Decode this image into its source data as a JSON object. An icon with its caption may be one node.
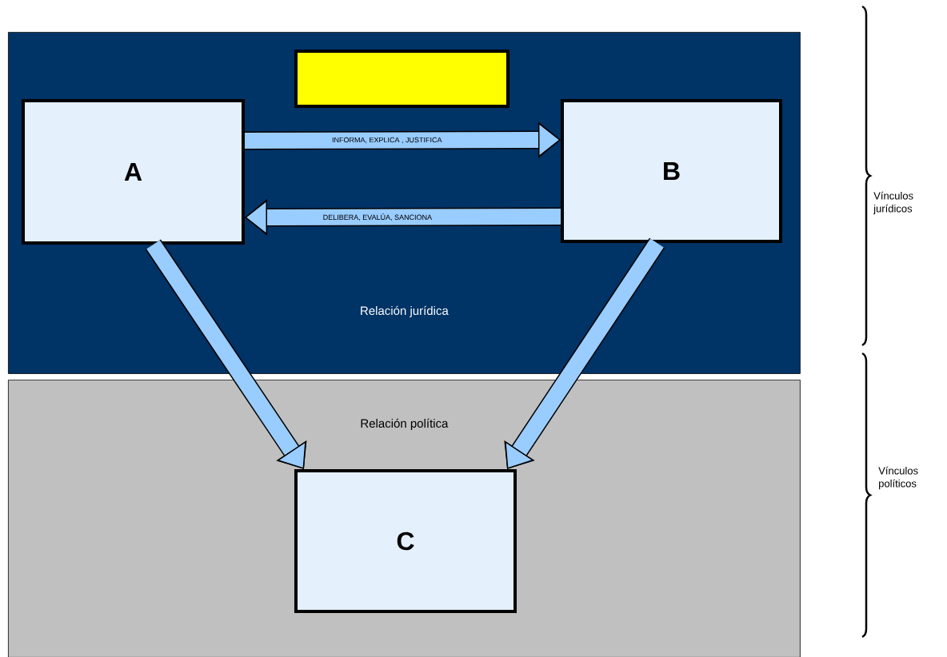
{
  "diagram": {
    "nodes": [
      {
        "text": [
          "Relación  jurídica"
        ]
      },
      {
        "text": [
          "Relación política"
        ]
      },
      {
        "text": [],
        "shape": "box",
        "in": 0
      },
      {
        "text": [
          "A"
        ],
        "in": 0
      },
      {
        "text": [
          "B"
        ],
        "in": 0
      },
      {
        "text": [
          "C"
        ],
        "in": 1
      }
    ],
    "edges": [
      {
        "from": 3,
        "to": 4,
        "arrow": "to",
        "label": "INFORMA,   EXPLICA ,  JUSTIFICA"
      },
      {
        "from": 4,
        "to": 3,
        "arrow": "to",
        "label": "DELIBERA, EVALÚA, SANCIONA"
      },
      {
        "from": 3,
        "to": 5,
        "arrow": "to"
      },
      {
        "from": 4,
        "to": 5,
        "arrow": "to"
      }
    ],
    "labels": [
      "Vínculos jurídicos",
      "Vínculos políticos"
    ]
  }
}
